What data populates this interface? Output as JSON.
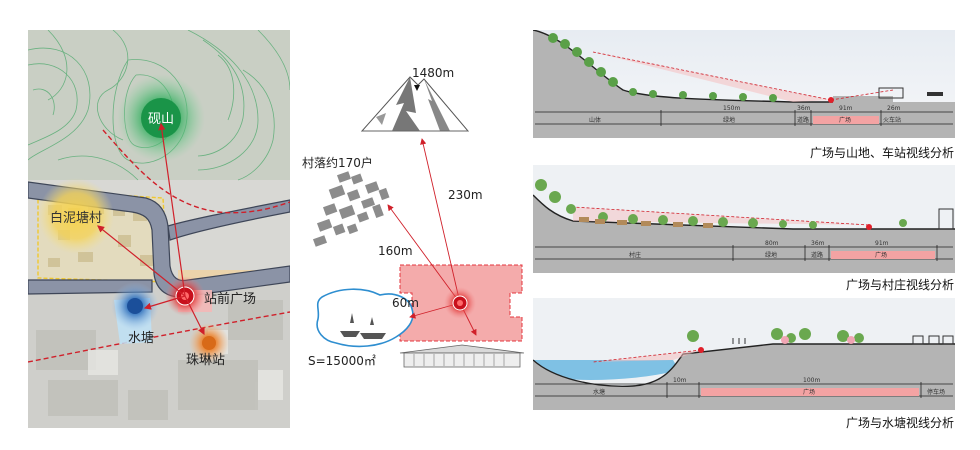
{
  "map": {
    "labels": {
      "mountain": "砚山",
      "village": "白泥塘村",
      "plaza": "站前广场",
      "pond": "水塘",
      "station": "珠琳站"
    }
  },
  "schematic": {
    "peak_height": "1480m",
    "village_label": "村落约170户",
    "dist_mountain": "230m",
    "dist_village": "160m",
    "dist_pond": "60m",
    "pond_area": "S=15000㎡"
  },
  "sections": {
    "s1": {
      "title": "广场与山地、车站视线分析",
      "dims": [
        "150m",
        "36m",
        "91m",
        "26m"
      ],
      "zones": [
        "山体",
        "绿地",
        "道路",
        "广场",
        "火车站"
      ]
    },
    "s2": {
      "title": "广场与村庄视线分析",
      "dims": [
        "80m",
        "36m",
        "91m"
      ],
      "zones": [
        "村庄",
        "绿地",
        "道路",
        "广场"
      ]
    },
    "s3": {
      "title": "广场与水塘视线分析",
      "dims": [
        "10m",
        "100m"
      ],
      "zones": [
        "水塘",
        "广场",
        "停车场"
      ]
    }
  },
  "colors": {
    "road": "#8b93a6",
    "red": "#e0202a",
    "green": "#2fa65a",
    "yellow": "#f2cf4a",
    "blue": "#2f6fb5",
    "orange": "#e47a2c",
    "plaza_fill": "#f3a3a3"
  }
}
